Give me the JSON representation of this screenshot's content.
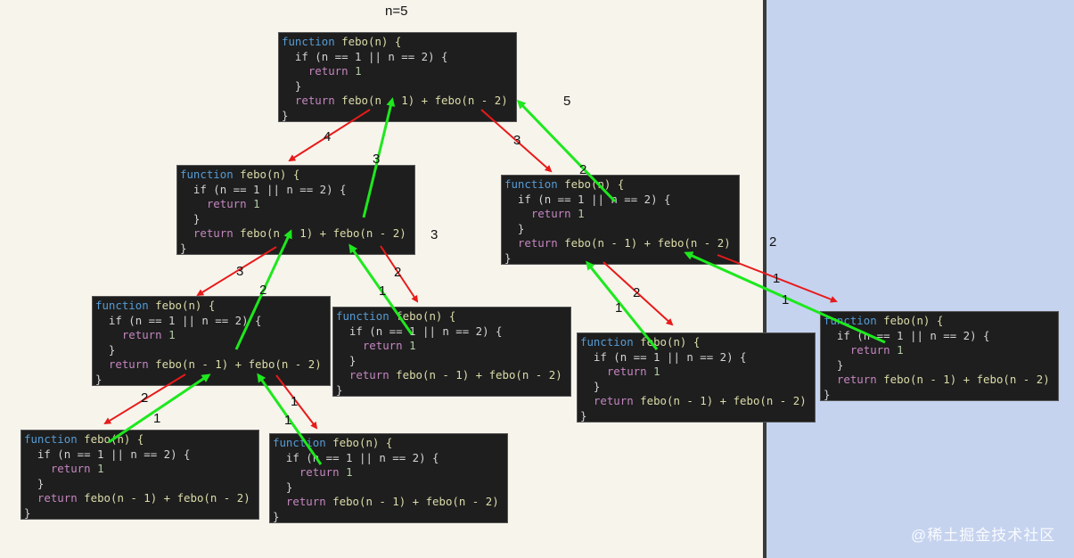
{
  "title": "n=5",
  "watermark": "@稀土掘金技术社区",
  "code": {
    "line1_kw": "function",
    "line1_fn": "febo(n) {",
    "line2": "if (n == 1 || n == 2) {",
    "line3_kw": "return",
    "line3_val": "1",
    "line4": "}",
    "line5_kw": "return",
    "line5_expr": "febo(n - 1) + febo(n - 2)",
    "line6": "}"
  },
  "labels": {
    "l1": "5",
    "l2": "4",
    "l3": "3",
    "l4": "3",
    "l5": "2",
    "l6": "3",
    "l7": "2",
    "l8": "3",
    "l9": "2",
    "l10": "2",
    "l11": "1",
    "l12": "2",
    "l13": "1",
    "l14": "1",
    "l15": "1",
    "l16": "1",
    "l17": "1",
    "l18": "2",
    "l19": "1",
    "l20": "1"
  },
  "colors": {
    "call_arrow": "#e81a1a",
    "return_arrow": "#1ee81e"
  }
}
